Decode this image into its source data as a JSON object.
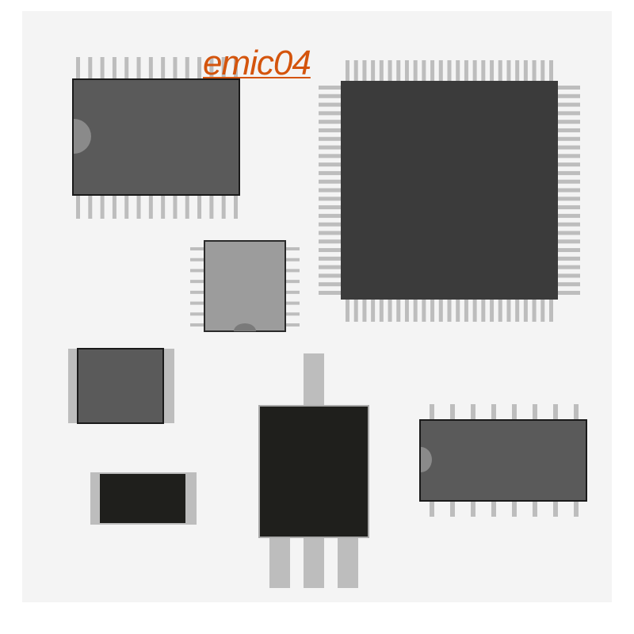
{
  "watermark": {
    "text": "emic04"
  },
  "colors": {
    "background": "#f4f4f4",
    "pin": "#bdbdbd",
    "body_dark": "#3b3b3b",
    "body_medium": "#5a5a5a",
    "body_light": "#9c9c9c",
    "body_black": "#1f1f1c",
    "watermark": "#d4540c"
  },
  "components": [
    {
      "name": "soic-28-chip",
      "icon": "tssop-ic-icon",
      "pins_per_side": 14
    },
    {
      "name": "qfp-100-chip",
      "icon": "qfp-ic-icon",
      "pins_per_side": 25
    },
    {
      "name": "qfn-small-chip",
      "icon": "small-ic-icon",
      "pins_per_side": 8
    },
    {
      "name": "smd-capacitor",
      "icon": "chip-capacitor-icon"
    },
    {
      "name": "smd-resistor",
      "icon": "chip-resistor-icon"
    },
    {
      "name": "sot-223-transistor",
      "icon": "transistor-icon",
      "pins": 4
    },
    {
      "name": "soic-16-chip",
      "icon": "soic-ic-icon",
      "pins_per_side": 8
    }
  ]
}
